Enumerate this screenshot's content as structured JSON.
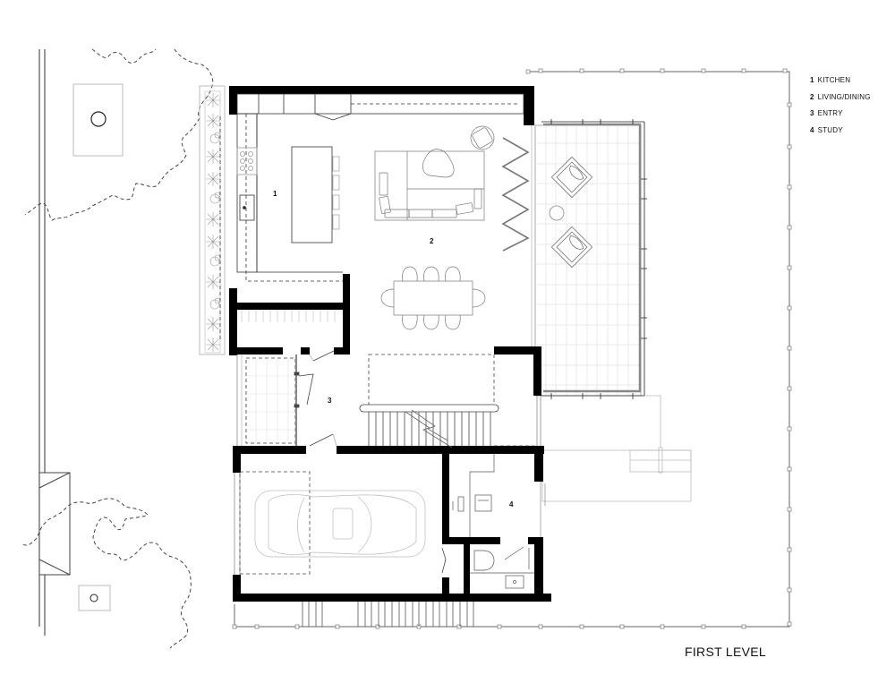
{
  "drawing": {
    "title": "FIRST LEVEL",
    "colors": {
      "wall": "#000000",
      "line": "#333333",
      "light_line": "#bbbbbb",
      "grid": "#dddddd",
      "background": "#ffffff"
    }
  },
  "legend": {
    "items": [
      {
        "number": "1",
        "label": "KITCHEN"
      },
      {
        "number": "2",
        "label": "LIVING/DINING"
      },
      {
        "number": "3",
        "label": "ENTRY"
      },
      {
        "number": "4",
        "label": "STUDY"
      }
    ]
  },
  "rooms": [
    {
      "number": "1",
      "name": "KITCHEN"
    },
    {
      "number": "2",
      "name": "LIVING/DINING"
    },
    {
      "number": "3",
      "name": "ENTRY"
    },
    {
      "number": "4",
      "name": "STUDY"
    }
  ],
  "site_elements": [
    "street-lines",
    "tree-canopy-outlines",
    "planter-bed",
    "deck",
    "property-line",
    "driveway-ramp",
    "garage-car"
  ]
}
